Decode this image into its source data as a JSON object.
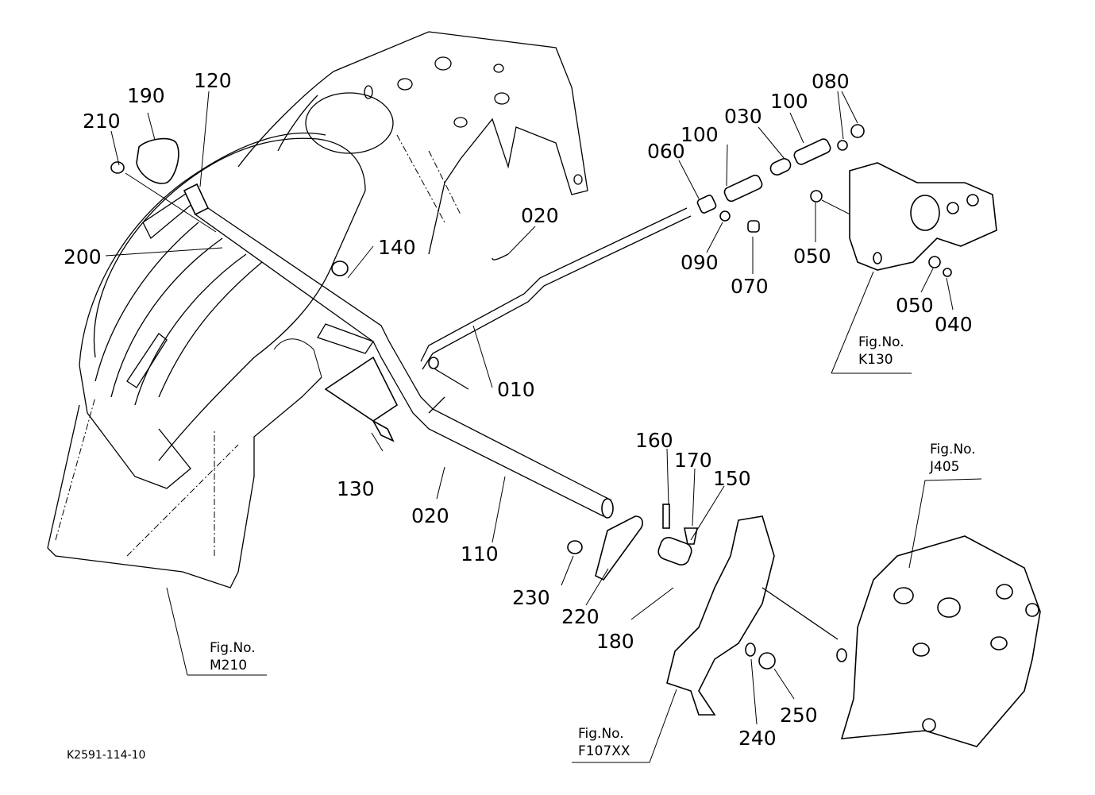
{
  "diagram": {
    "drawing_code": "K2591-114-10",
    "part_labels": {
      "p010": "010",
      "p020a": "020",
      "p020b": "020",
      "p030": "030",
      "p040": "040",
      "p050a": "050",
      "p050b": "050",
      "p060": "060",
      "p070": "070",
      "p080": "080",
      "p090": "090",
      "p100a": "100",
      "p100b": "100",
      "p110": "110",
      "p120": "120",
      "p130": "130",
      "p140": "140",
      "p150": "150",
      "p160": "160",
      "p170": "170",
      "p180": "180",
      "p190": "190",
      "p200": "200",
      "p210": "210",
      "p220": "220",
      "p230": "230",
      "p240": "240",
      "p250": "250"
    },
    "figure_refs": {
      "k130": {
        "line1": "Fig.No.",
        "line2": "K130"
      },
      "j405": {
        "line1": "Fig.No.",
        "line2": "J405"
      },
      "m210": {
        "line1": "Fig.No.",
        "line2": "M210"
      },
      "f107xx": {
        "line1": "Fig.No.",
        "line2": "F107XX"
      }
    }
  }
}
